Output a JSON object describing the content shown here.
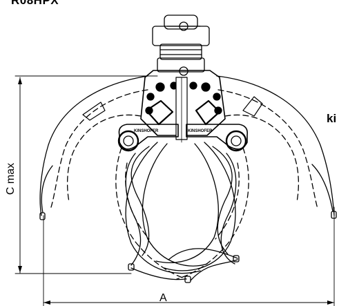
{
  "diagram": {
    "model_label": "R08HPX",
    "brand_fragment": "ki",
    "dimension_a_label": "A",
    "dimension_c_label": "C max",
    "plate_text_left": "KINSHOFER",
    "plate_text_right": "KINSHOFER"
  }
}
